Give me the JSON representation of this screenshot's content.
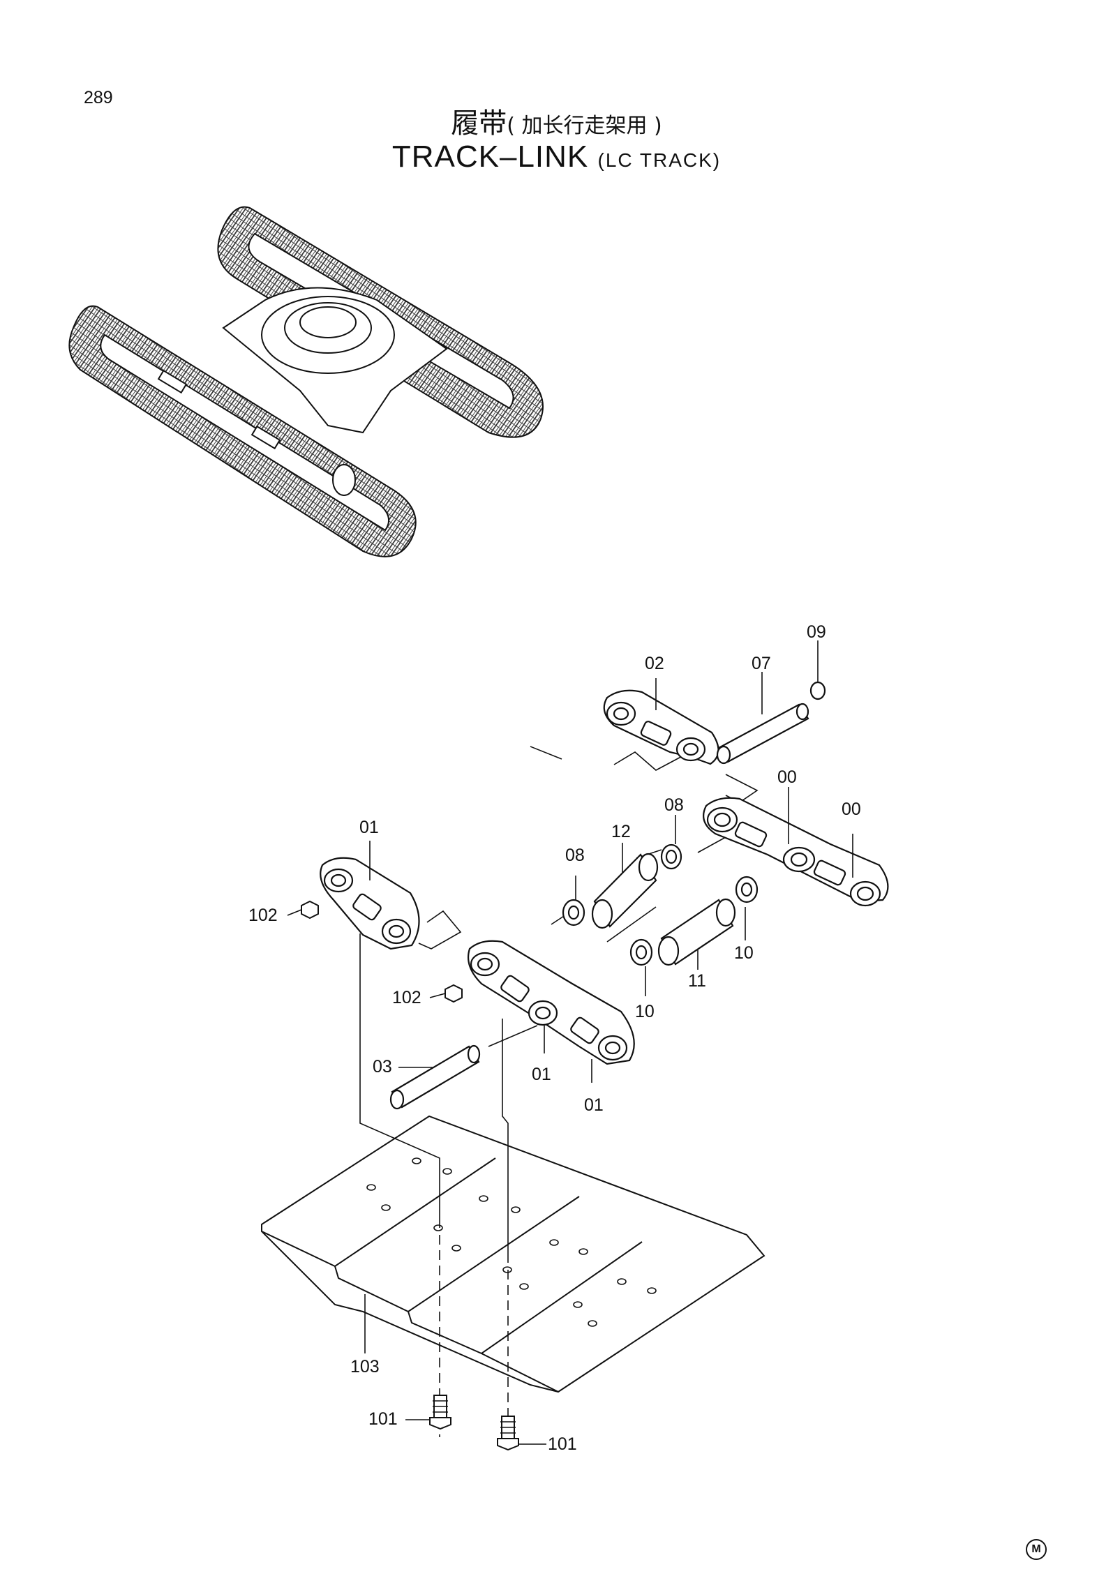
{
  "page_number": "289",
  "title_cn": "履带",
  "title_cn_sub": "( 加长行走架用 )",
  "title_en": "TRACK–LINK",
  "title_en_sub": "(LC TRACK)",
  "corner_mark": "M",
  "callouts": [
    {
      "id": "09"
    },
    {
      "id": "07"
    },
    {
      "id": "02"
    },
    {
      "id": "00"
    },
    {
      "id": "00"
    },
    {
      "id": "08"
    },
    {
      "id": "08"
    },
    {
      "id": "12"
    },
    {
      "id": "01"
    },
    {
      "id": "102"
    },
    {
      "id": "102"
    },
    {
      "id": "10"
    },
    {
      "id": "10"
    },
    {
      "id": "11"
    },
    {
      "id": "03"
    },
    {
      "id": "01"
    },
    {
      "id": "01"
    },
    {
      "id": "103"
    },
    {
      "id": "101"
    },
    {
      "id": "101"
    }
  ]
}
